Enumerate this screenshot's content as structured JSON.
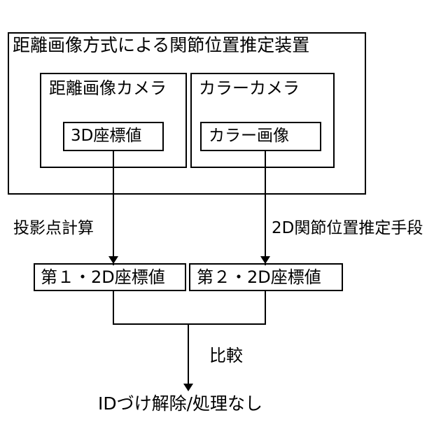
{
  "diagram": {
    "type": "flowchart",
    "title": "距離画像方式による関節位置推定装置",
    "outer_device": {
      "label": "距離画像方式による関節位置推定装置",
      "children": [
        {
          "id": "depth-camera",
          "label": "距離画像カメラ",
          "output": {
            "id": "coord-3d",
            "label": "3D座標値"
          }
        },
        {
          "id": "color-camera",
          "label": "カラーカメラ",
          "output": {
            "id": "color-image",
            "label": "カラー画像"
          }
        }
      ]
    },
    "edges": [
      {
        "id": "projection",
        "label": "投影点計算",
        "from": "coord-3d",
        "to": "coord-2d-1"
      },
      {
        "id": "joint-estimation",
        "label": "2D関節位置推定手段",
        "from": "color-image",
        "to": "coord-2d-2"
      },
      {
        "id": "compare",
        "label": "比較",
        "from": "coord-2d-1+coord-2d-2",
        "to": "output"
      }
    ],
    "results": [
      {
        "id": "coord-2d-1",
        "label": "第１・2D座標値"
      },
      {
        "id": "coord-2d-2",
        "label": "第２・2D座標値"
      }
    ],
    "output": {
      "id": "output",
      "label": "IDづけ解除/処理なし"
    },
    "colors": {
      "stroke": "#000000",
      "background": "#ffffff",
      "text": "#000000"
    }
  }
}
